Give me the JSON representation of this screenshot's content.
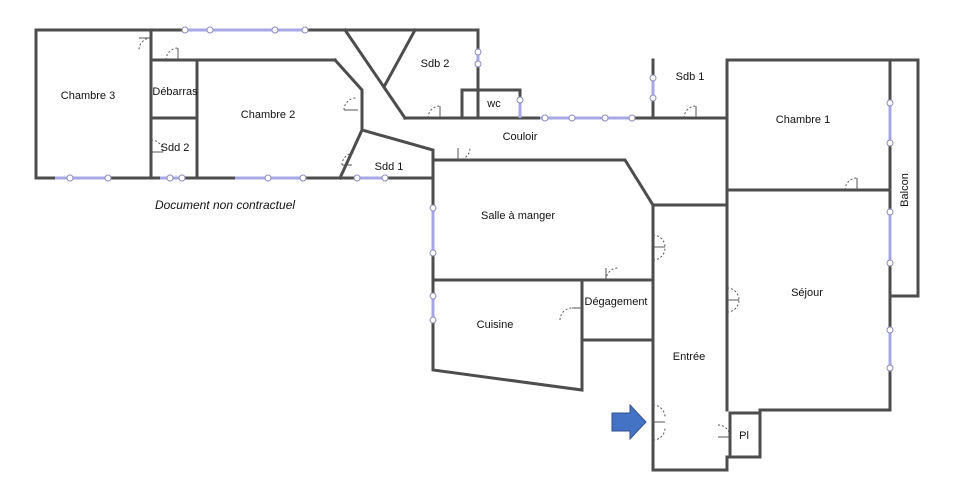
{
  "rooms": {
    "chambre3": "Chambre 3",
    "debarras": "Débarras",
    "chambre2": "Chambre 2",
    "sdd2": "Sdd 2",
    "sdb2": "Sdb 2",
    "wc": "wc",
    "sdb1": "Sdb 1",
    "chambre1": "Chambre 1",
    "couloir": "Couloir",
    "sdd1": "Sdd 1",
    "salle_a_manger": "Salle à manger",
    "cuisine": "Cuisine",
    "degagement": "Dégagement",
    "entree": "Entrée",
    "sejour": "Séjour",
    "pl": "Pl",
    "balcon": "Balcon"
  },
  "note": "Document non contractuel",
  "colors": {
    "walls": "#4d4d4d",
    "windows": "#a7a7e6",
    "entrance_arrow": "#4472c4"
  },
  "icons": {
    "entrance": "entrance-arrow-icon"
  }
}
